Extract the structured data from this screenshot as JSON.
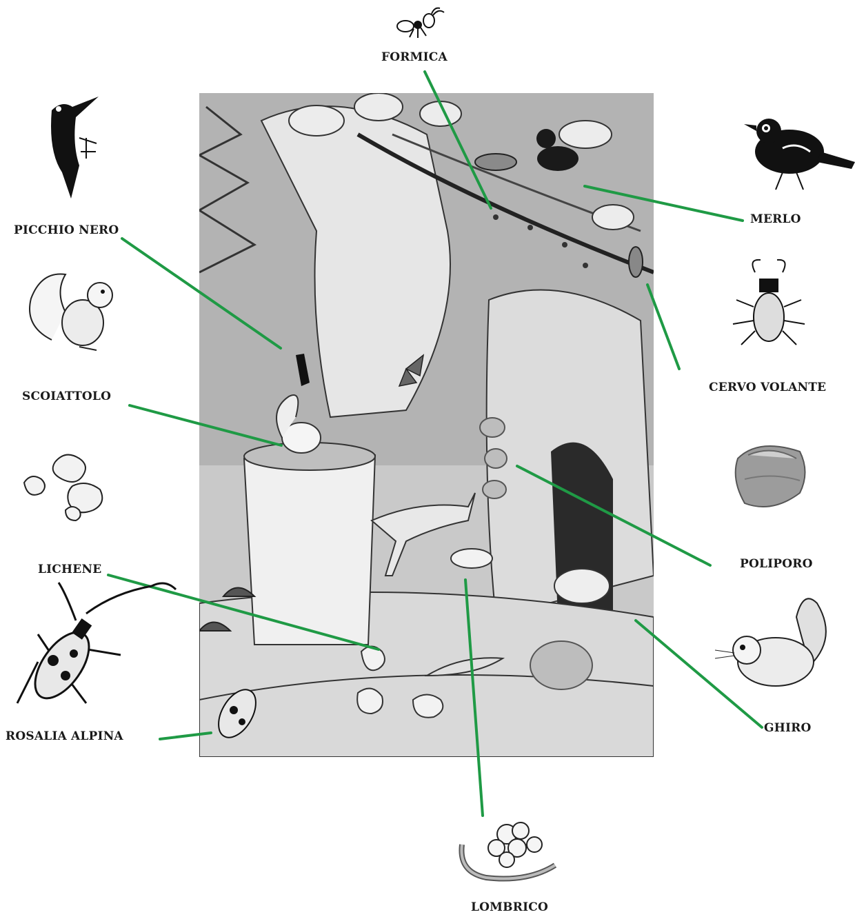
{
  "labels": {
    "formica": "FORMICA",
    "picchio_nero": "PICCHIO NERO",
    "merlo": "MERLO",
    "scoiattolo": "SCOIATTOLO",
    "cervo_volante": "CERVO VOLANTE",
    "poliporo": "POLIPORO",
    "lichene": "LICHENE",
    "ghiro": "GHIRO",
    "rosalia_alpina": "ROSALIA ALPINA",
    "lombrico": "LOMBRICO"
  },
  "colors": {
    "leader_line": "#1f9a45",
    "scene_bg": "#bdbdbd"
  },
  "icons": [
    "ant-icon",
    "woodpecker-icon",
    "blackbird-icon",
    "squirrel-icon",
    "stag-beetle-icon",
    "polypore-icon",
    "lichen-icon",
    "dormouse-icon",
    "rosalia-beetle-icon",
    "earthworm-icon"
  ]
}
